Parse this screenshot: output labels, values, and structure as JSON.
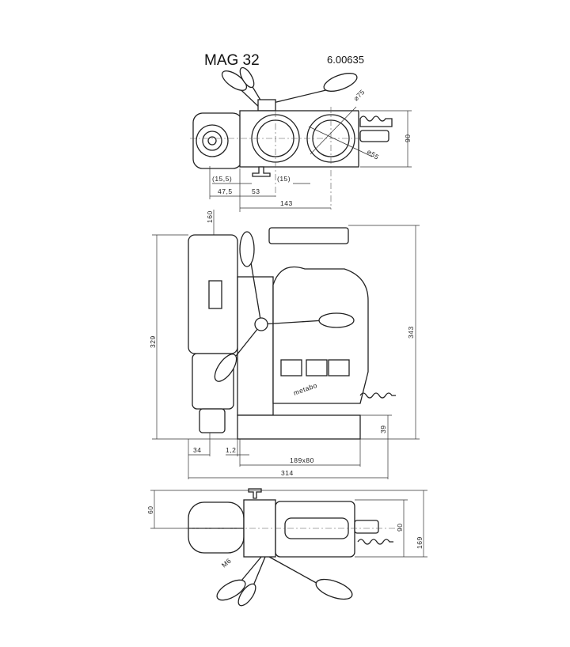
{
  "title": "MAG 32",
  "article_number": "6.00635",
  "brand": "metabo",
  "top_view": {
    "dia_large": "⌀75",
    "dia_small": "⌀55",
    "height": "90",
    "offset_left": "(15,5)",
    "offset_right": "(15)",
    "motor_offset": "47,5",
    "center_left": "53",
    "center_distance": "143"
  },
  "side_view": {
    "spindle_clearance": "160",
    "height_min": "329",
    "height_max": "343",
    "base_height": "39",
    "spindle_offset": "34",
    "base_gap": "1,2",
    "base_size": "189x80",
    "overall_length": "314"
  },
  "bottom_view": {
    "motor_offset": "60",
    "body_width": "90",
    "overall_width": "169",
    "thread": "M6"
  }
}
